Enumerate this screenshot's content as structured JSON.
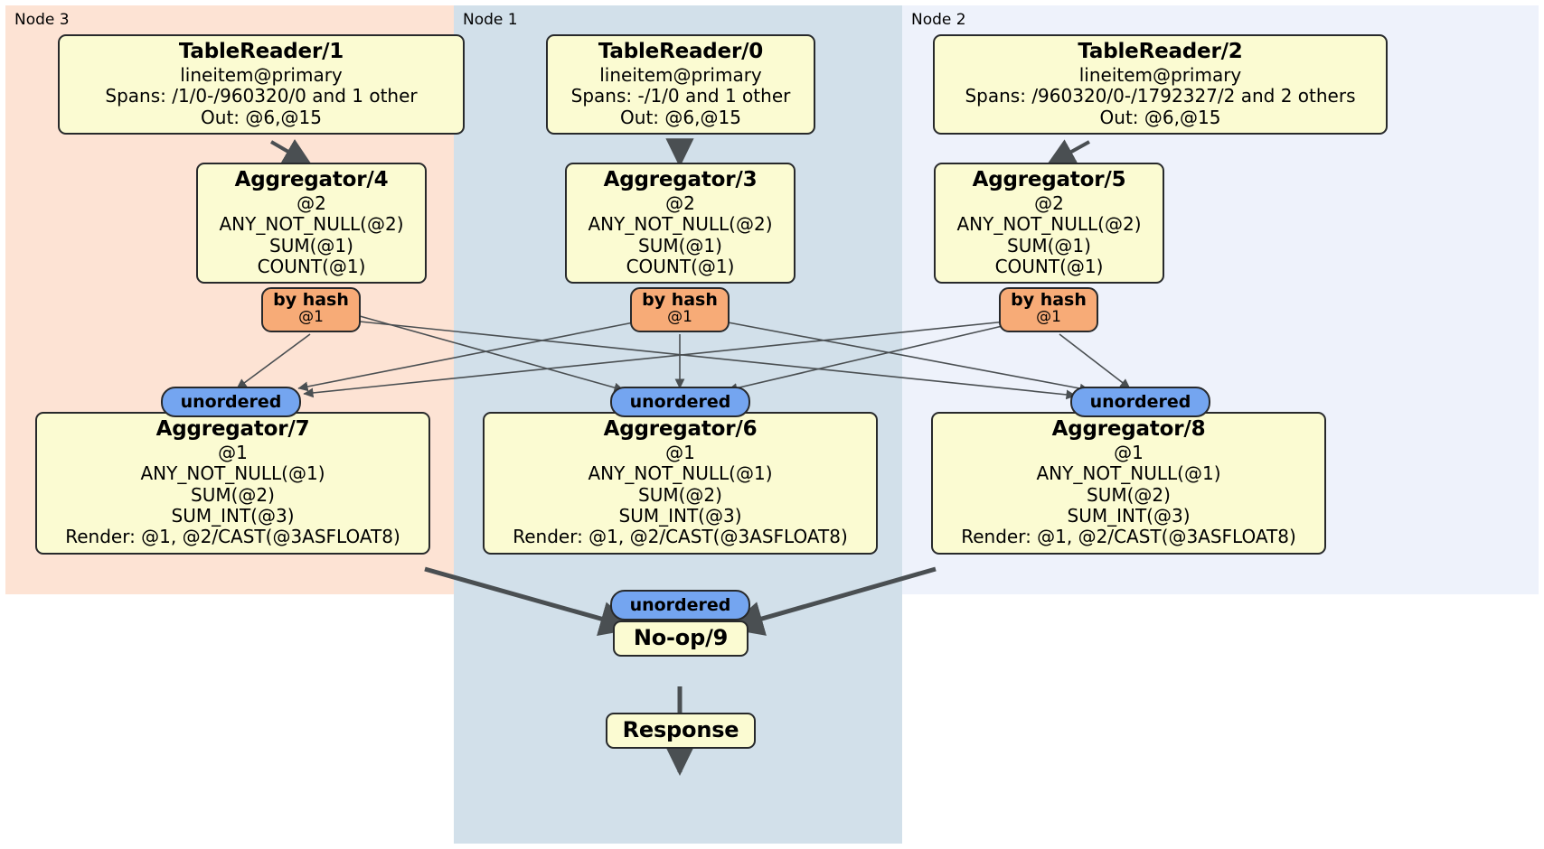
{
  "nodes": [
    {
      "label": "Node 3",
      "color": "#fde3d4"
    },
    {
      "label": "Node 1",
      "color": "#d2e0ea"
    },
    {
      "label": "Node 2",
      "color": "#eef2fb"
    }
  ],
  "readers": [
    {
      "title": "TableReader/1",
      "table": "lineitem@primary",
      "spans": "Spans: /1/0-/960320/0 and 1 other",
      "out": "Out: @6,@15"
    },
    {
      "title": "TableReader/0",
      "table": "lineitem@primary",
      "spans": "Spans: -/1/0 and 1 other",
      "out": "Out: @6,@15"
    },
    {
      "title": "TableReader/2",
      "table": "lineitem@primary",
      "spans": "Spans: /960320/0-/1792327/2 and 2 others",
      "out": "Out: @6,@15"
    }
  ],
  "local_aggregators": [
    {
      "title": "Aggregator/4",
      "group": "@2",
      "aggs": [
        "ANY_NOT_NULL(@2)",
        "SUM(@1)",
        "COUNT(@1)"
      ]
    },
    {
      "title": "Aggregator/3",
      "group": "@2",
      "aggs": [
        "ANY_NOT_NULL(@2)",
        "SUM(@1)",
        "COUNT(@1)"
      ]
    },
    {
      "title": "Aggregator/5",
      "group": "@2",
      "aggs": [
        "ANY_NOT_NULL(@2)",
        "SUM(@1)",
        "COUNT(@1)"
      ]
    }
  ],
  "hash_badges": [
    {
      "kind": "by hash",
      "column": "@1"
    },
    {
      "kind": "by hash",
      "column": "@1"
    },
    {
      "kind": "by hash",
      "column": "@1"
    }
  ],
  "unordered_badges": [
    {
      "label": "unordered"
    },
    {
      "label": "unordered"
    },
    {
      "label": "unordered"
    },
    {
      "label": "unordered"
    }
  ],
  "final_aggregators": [
    {
      "title": "Aggregator/7",
      "group": "@1",
      "aggs": [
        "ANY_NOT_NULL(@1)",
        "SUM(@2)",
        "SUM_INT(@3)"
      ],
      "render": "Render: @1, @2/CAST(@3ASFLOAT8)"
    },
    {
      "title": "Aggregator/6",
      "group": "@1",
      "aggs": [
        "ANY_NOT_NULL(@1)",
        "SUM(@2)",
        "SUM_INT(@3)"
      ],
      "render": "Render: @1, @2/CAST(@3ASFLOAT8)"
    },
    {
      "title": "Aggregator/8",
      "group": "@1",
      "aggs": [
        "ANY_NOT_NULL(@1)",
        "SUM(@2)",
        "SUM_INT(@3)"
      ],
      "render": "Render: @1, @2/CAST(@3ASFLOAT8)"
    }
  ],
  "noop": {
    "title": "No-op/9"
  },
  "response": {
    "title": "Response"
  },
  "colors": {
    "box_fill": "#fbfbd2",
    "box_stroke": "#27292b",
    "hash_fill": "#f7ab77",
    "unordered_fill": "#74a5f0",
    "edge": "#4a4f52"
  }
}
